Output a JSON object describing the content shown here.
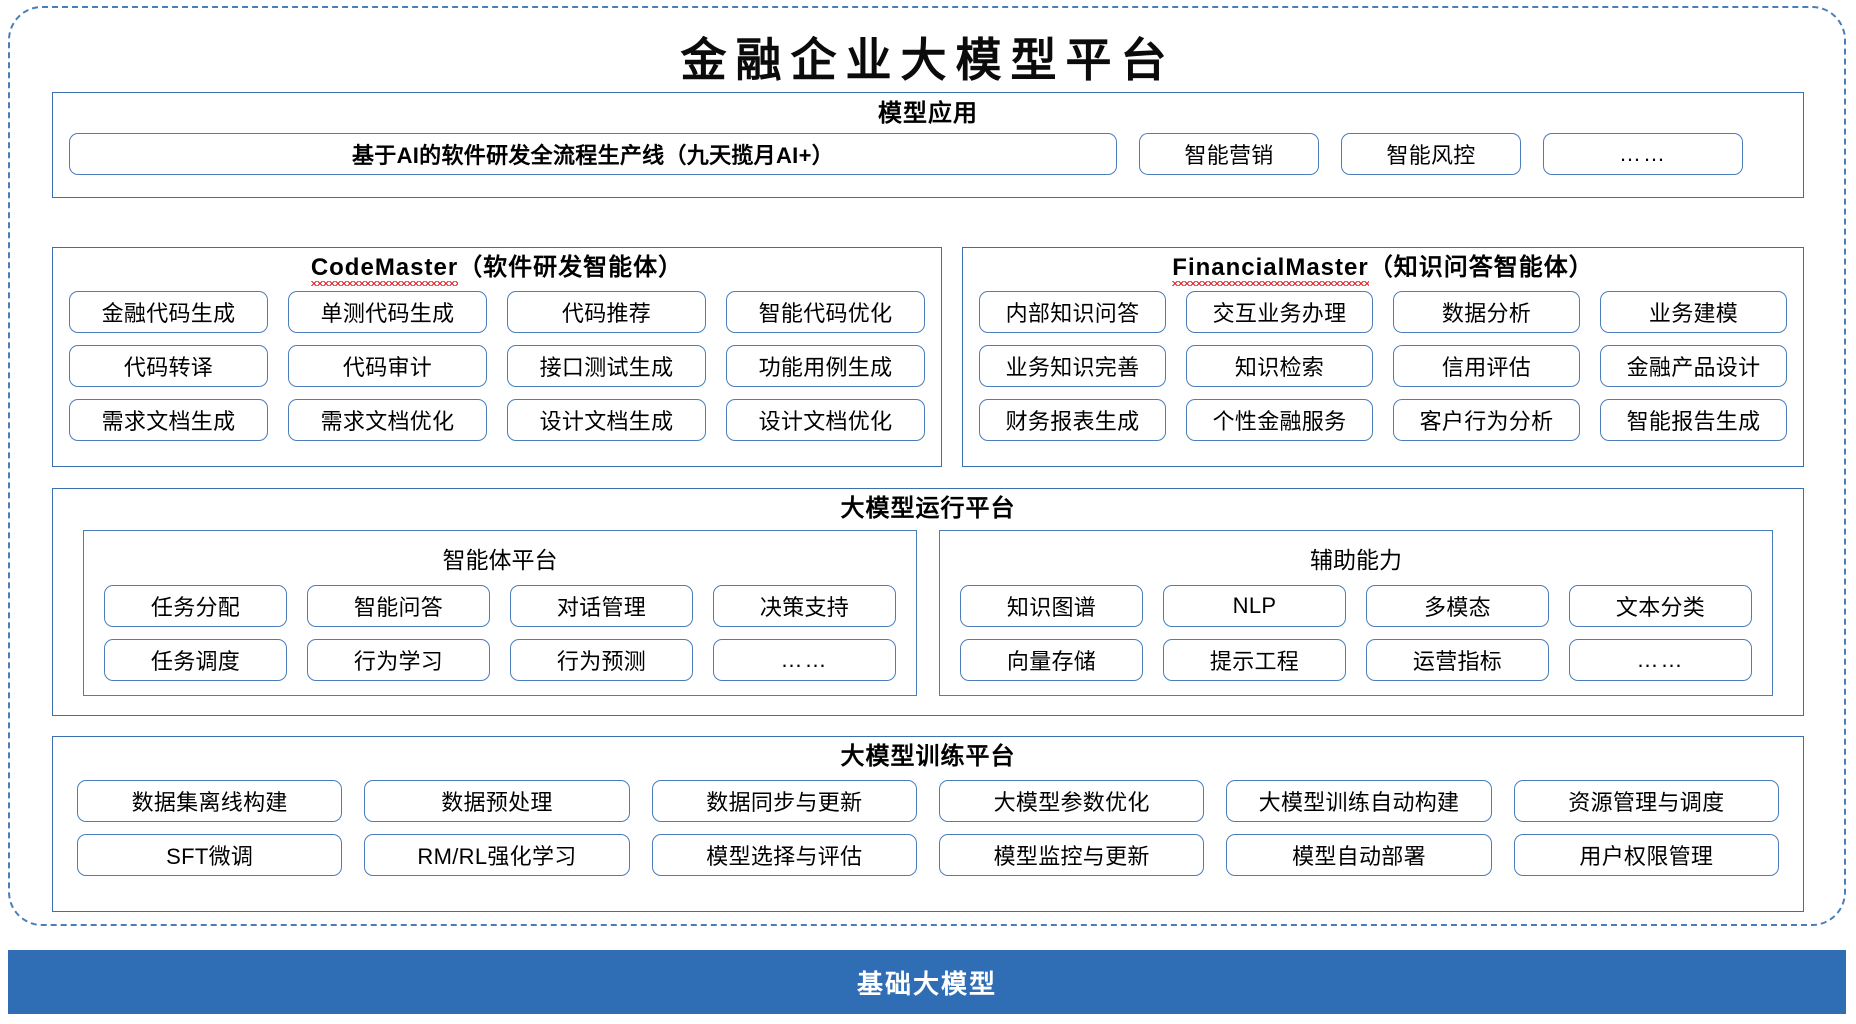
{
  "title": "金融企业大模型平台",
  "theme": {
    "frame_border": "#4a7ebb",
    "panel_border": "#3a6fb0",
    "chip_border": "#4a7ebb",
    "base_bar_bg": "#2f6eb5",
    "base_bar_text": "#ffffff",
    "spellcheck_underline": "#e0262b",
    "background": "#ffffff"
  },
  "sections": {
    "model_application": {
      "title": "模型应用",
      "hero_chip": "基于AI的软件研发全流程生产线（九天揽月AI+）",
      "chips": [
        "智能营销",
        "智能风控",
        "……"
      ]
    },
    "code_master": {
      "name": "CodeMaster",
      "paren": "（软件研发智能体）",
      "spellcheck": true,
      "chips": [
        "金融代码生成",
        "单测代码生成",
        "代码推荐",
        "智能代码优化",
        "代码转译",
        "代码审计",
        "接口测试生成",
        "功能用例生成",
        "需求文档生成",
        "需求文档优化",
        "设计文档生成",
        "设计文档优化"
      ]
    },
    "financial_master": {
      "name": "FinancialMaster",
      "paren": "（知识问答智能体）",
      "spellcheck": true,
      "chips": [
        "内部知识问答",
        "交互业务办理",
        "数据分析",
        "业务建模",
        "业务知识完善",
        "知识检索",
        "信用评估",
        "金融产品设计",
        "财务报表生成",
        "个性金融服务",
        "客户行为分析",
        "智能报告生成"
      ]
    },
    "runtime_platform": {
      "title": "大模型运行平台",
      "agent_platform": {
        "title": "智能体平台",
        "chips": [
          "任务分配",
          "智能问答",
          "对话管理",
          "决策支持",
          "任务调度",
          "行为学习",
          "行为预测",
          "……"
        ]
      },
      "assist_capability": {
        "title": "辅助能力",
        "chips": [
          "知识图谱",
          "NLP",
          "多模态",
          "文本分类",
          "向量存储",
          "提示工程",
          "运营指标",
          "……"
        ]
      }
    },
    "training_platform": {
      "title": "大模型训练平台",
      "chips": [
        "数据集离线构建",
        "数据预处理",
        "数据同步与更新",
        "大模型参数优化",
        "大模型训练自动构建",
        "资源管理与调度",
        "SFT微调",
        "RM/RL强化学习",
        "模型选择与评估",
        "模型监控与更新",
        "模型自动部署",
        "用户权限管理"
      ]
    },
    "base_model": {
      "label": "基础大模型"
    }
  }
}
